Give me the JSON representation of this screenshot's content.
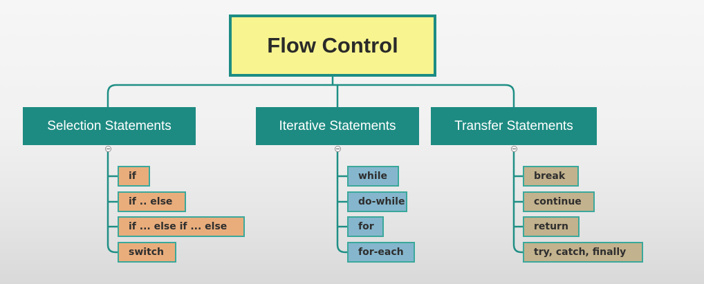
{
  "root": {
    "label": "Flow Control"
  },
  "categories": [
    {
      "label": "Selection Statements",
      "items": [
        "if",
        "if .. else",
        "if ... else if ... else",
        "switch"
      ]
    },
    {
      "label": "Iterative Statements",
      "items": [
        "while",
        "do-while",
        "for",
        "for-each"
      ]
    },
    {
      "label": "Transfer Statements",
      "items": [
        "break",
        "continue",
        "return",
        "try, catch, finally"
      ]
    }
  ],
  "colors": {
    "connector": "#1f8f85",
    "root_fill": "#f8f490",
    "category_fill": "#1e8b82",
    "selection_item_fill": "#e9ad7c",
    "iterative_item_fill": "#85b6cd",
    "transfer_item_fill": "#c2b28d"
  }
}
